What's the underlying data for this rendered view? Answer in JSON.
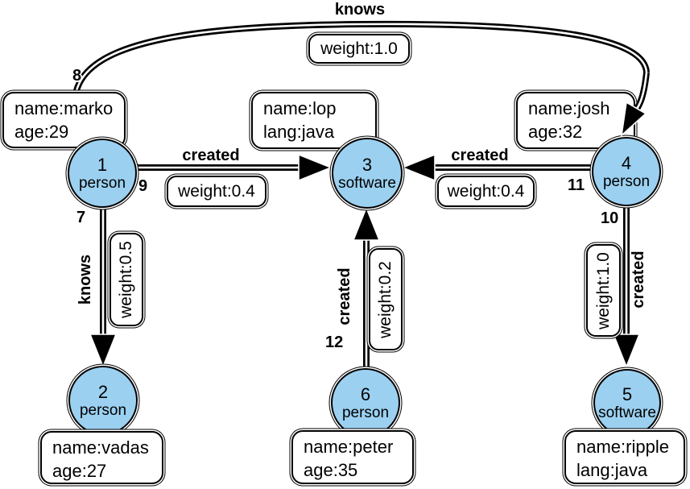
{
  "colors": {
    "node_fill": "#9bd0f0",
    "stroke": "#000000",
    "box_fill": "#ffffff"
  },
  "nodes": [
    {
      "id": "1",
      "type": "person",
      "props": [
        "name:marko",
        "age:29"
      ]
    },
    {
      "id": "2",
      "type": "person",
      "props": [
        "name:vadas",
        "age:27"
      ]
    },
    {
      "id": "3",
      "type": "software",
      "props": [
        "name:lop",
        "lang:java"
      ]
    },
    {
      "id": "4",
      "type": "person",
      "props": [
        "name:josh",
        "age:32"
      ]
    },
    {
      "id": "5",
      "type": "software",
      "props": [
        "name:ripple",
        "lang:java"
      ]
    },
    {
      "id": "6",
      "type": "person",
      "props": [
        "name:peter",
        "age:35"
      ]
    }
  ],
  "edges": [
    {
      "id": "8",
      "label": "knows",
      "weight": "weight:1.0",
      "from": "1",
      "to": "4"
    },
    {
      "id": "9",
      "label": "created",
      "weight": "weight:0.4",
      "from": "1",
      "to": "3"
    },
    {
      "id": "7",
      "label": "knows",
      "weight": "weight:0.5",
      "from": "1",
      "to": "2"
    },
    {
      "id": "11",
      "label": "created",
      "weight": "weight:0.4",
      "from": "4",
      "to": "3"
    },
    {
      "id": "10",
      "label": "created",
      "weight": "weight:1.0",
      "from": "4",
      "to": "5"
    },
    {
      "id": "12",
      "label": "created",
      "weight": "weight:0.2",
      "from": "6",
      "to": "3"
    }
  ]
}
